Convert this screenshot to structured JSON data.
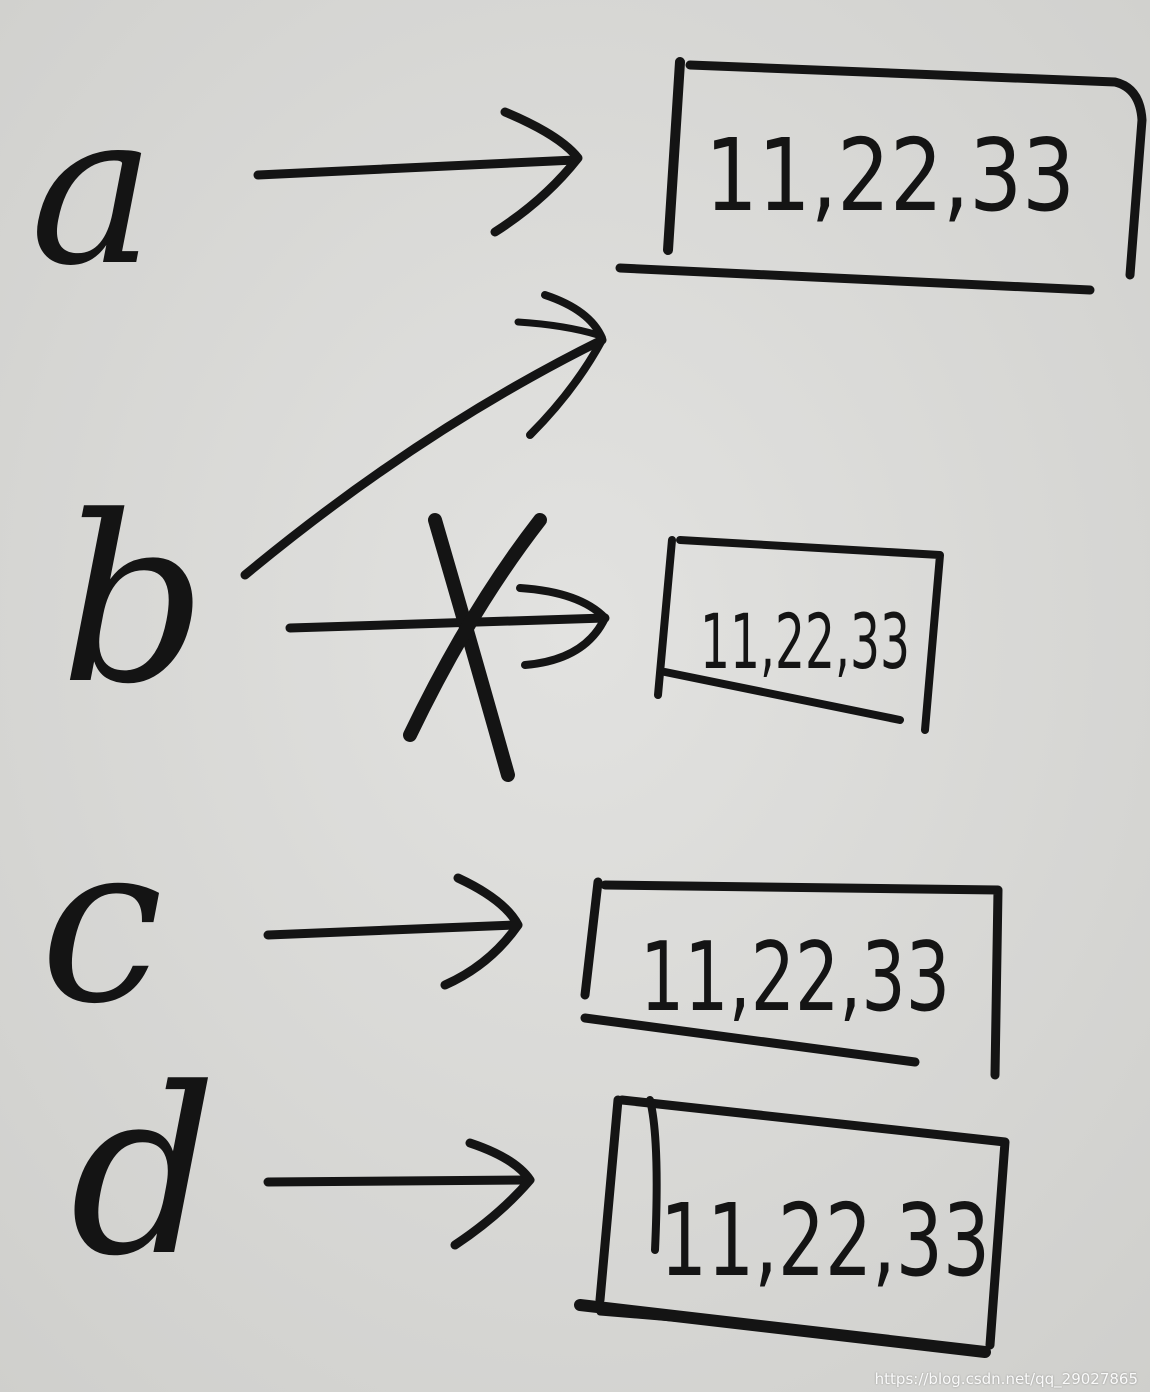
{
  "variables": [
    {
      "id": "a",
      "label": "a"
    },
    {
      "id": "b",
      "label": "b"
    },
    {
      "id": "c",
      "label": "c"
    },
    {
      "id": "d",
      "label": "d"
    }
  ],
  "boxes": [
    {
      "id": "box1",
      "text": "11,22,33"
    },
    {
      "id": "box2",
      "text": "11,22,33"
    },
    {
      "id": "box3",
      "text": "11,22,33"
    },
    {
      "id": "box4",
      "text": "11,22,33"
    }
  ],
  "edges": [
    {
      "from": "a",
      "to": "box1",
      "crossed_out": false
    },
    {
      "from": "b",
      "to": "box1",
      "crossed_out": false
    },
    {
      "from": "b",
      "to": "box2",
      "crossed_out": true
    },
    {
      "from": "c",
      "to": "box3",
      "crossed_out": false
    },
    {
      "from": "d",
      "to": "box4",
      "crossed_out": false
    }
  ],
  "watermark": "https://blog.csdn.net/qq_29027865",
  "colors": {
    "ink": "#141414",
    "paper": "#dcdcda"
  }
}
